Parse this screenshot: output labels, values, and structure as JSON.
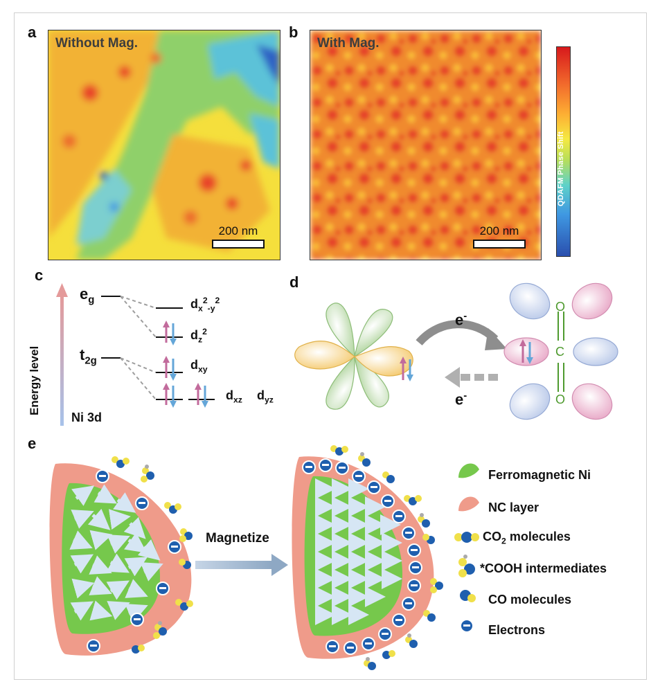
{
  "panels": {
    "a": {
      "label": "a",
      "title": "Without Mag.",
      "scale": "200 nm"
    },
    "b": {
      "label": "b",
      "title": "With Mag.",
      "scale": "200 nm"
    },
    "colorbar": {
      "label": "QDAFM Phase Shift"
    },
    "c": {
      "label": "c",
      "axis": "Energy level",
      "eg": "e",
      "eg_sub": "g",
      "t2g": "t",
      "t2g_sub": "2g",
      "ni": "Ni 3d",
      "orbitals": {
        "dx2y2_base": "d",
        "dx2y2_sub1": "x",
        "dx2y2_sup1": "2",
        "dx2y2_sub2": "-y",
        "dx2y2_sup2": "2",
        "dz2_base": "d",
        "dz2_sub": "z",
        "dz2_sup": "2",
        "dxy_base": "d",
        "dxy_sub": "xy",
        "dxz_base": "d",
        "dxz_sub": "xz",
        "dyz_base": "d",
        "dyz_sub": "yz"
      }
    },
    "d": {
      "label": "d",
      "e_top": "e",
      "e_top_sup": "-",
      "e_bottom": "e",
      "e_bottom_sup": "-",
      "o_top": "O",
      "c_mid": "C",
      "o_bottom": "O"
    },
    "e": {
      "label": "e",
      "arrow": "Magnetize",
      "legend": {
        "ni": "Ferromagnetic Ni",
        "nc": "NC layer",
        "co2_a": "CO",
        "co2_sub": "2",
        "co2_b": " molecules",
        "cooh": "*COOH intermediates",
        "co": "CO molecules",
        "electrons": "Electrons"
      }
    }
  },
  "colors": {
    "ni_green": "#76c84c",
    "nc_salmon": "#ef9b8a",
    "electron_blue": "#1f5fae",
    "orange_lobe": "#f5c55a",
    "pink_lobe": "#e7a4c4",
    "blue_lobe": "#b7c7e8"
  }
}
